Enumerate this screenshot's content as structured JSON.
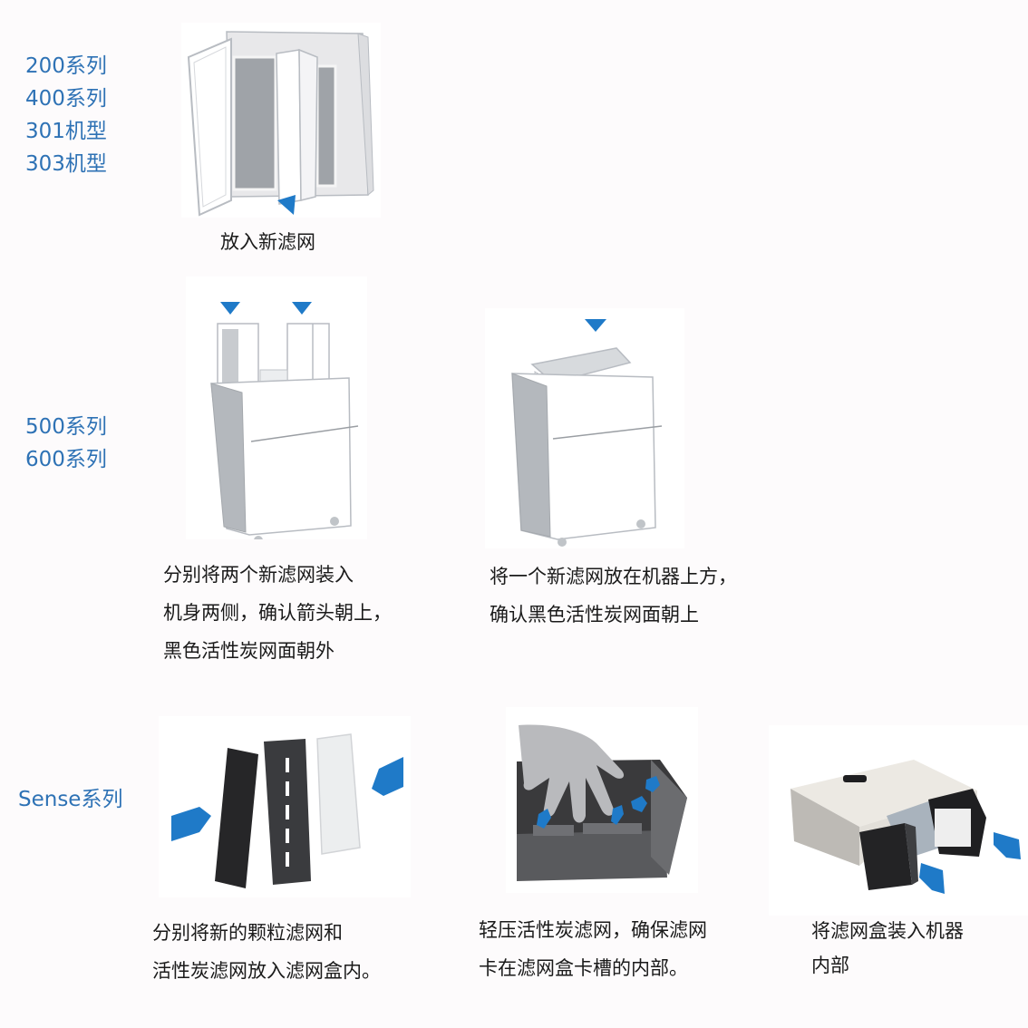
{
  "sections": [
    {
      "id": "s200",
      "labels": [
        "200系列",
        "400系列",
        "301机型",
        "303机型"
      ],
      "steps": [
        {
          "caption": [
            "放入新滤网"
          ]
        }
      ]
    },
    {
      "id": "s500",
      "labels": [
        "500系列",
        "600系列"
      ],
      "steps": [
        {
          "caption": [
            "分别将两个新滤网装入",
            "机身两侧，确认箭头朝上，",
            "黑色活性炭网面朝外"
          ]
        },
        {
          "caption": [
            "将一个新滤网放在机器上方，",
            "确认黑色活性炭网面朝上"
          ]
        }
      ]
    },
    {
      "id": "sense",
      "labels": [
        "Sense系列"
      ],
      "steps": [
        {
          "caption": [
            "分别将新的颗粒滤网和",
            "活性炭滤网放入滤网盒内。"
          ]
        },
        {
          "caption": [
            "轻压活性炭滤网，确保滤网",
            "卡在滤网盒卡槽的内部。"
          ]
        },
        {
          "caption": [
            "将滤网盒装入机器",
            "内部"
          ]
        }
      ]
    }
  ],
  "colors": {
    "label": "#2e72b5",
    "arrow": "#1f7ac8",
    "caption": "#1a1a1a"
  }
}
